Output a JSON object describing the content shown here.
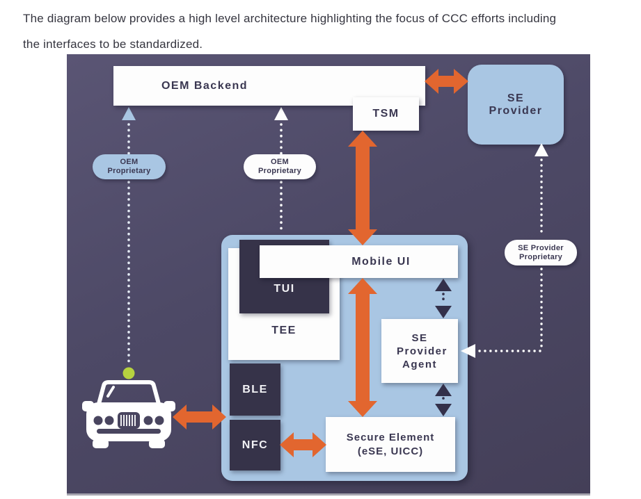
{
  "intro": {
    "line1": "The diagram below provides a high level architecture highlighting the focus of CCC efforts including",
    "line2": "the interfaces to be standardized."
  },
  "nodes": {
    "oem_backend": {
      "label": "OEM Backend"
    },
    "tsm": {
      "label": "TSM"
    },
    "se_provider": {
      "label": "SE Provider"
    },
    "mobile_ui": {
      "label": "Mobile UI"
    },
    "tui": {
      "label": "TUI"
    },
    "tee": {
      "label": "TEE"
    },
    "ble": {
      "label": "BLE"
    },
    "nfc": {
      "label": "NFC"
    },
    "secure_element": {
      "label": "Secure Element (eSE, UICC)"
    },
    "se_provider_agent": {
      "label": "SE Provider Agent"
    },
    "vehicle": {
      "icon": "car-front-icon"
    }
  },
  "annotations": {
    "oem_proprietary_left": {
      "label": "OEM Proprietary"
    },
    "oem_proprietary_right": {
      "label": "OEM Proprietary"
    },
    "se_provider_proprietary": {
      "label": "SE Provider Proprietary"
    }
  },
  "colors": {
    "background_navy": "#4c4865",
    "box_dark_navy": "#363349",
    "light_blue": "#a9c6e3",
    "arrow_orange": "#e2662f",
    "indicator_green": "#b6d23f",
    "text_navy": "#3a3751"
  }
}
